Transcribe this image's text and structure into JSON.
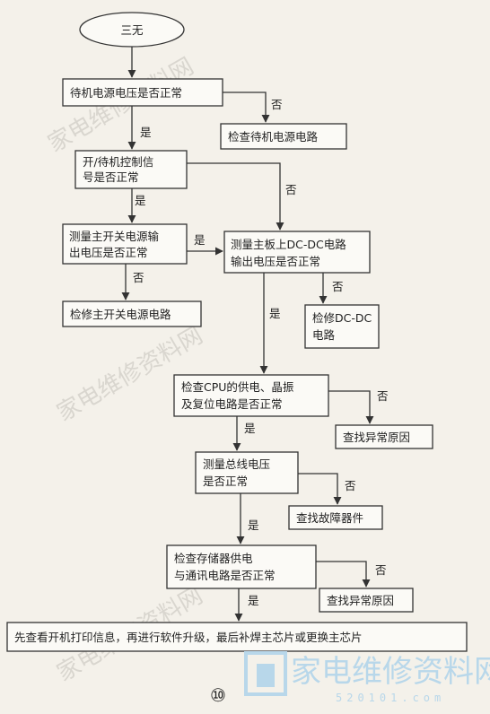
{
  "nodes": {
    "start": "三无",
    "standby_check": "待机电源电压是否正常",
    "repair_standby": "检查待机电源电路",
    "onoff_line1": "开/待机控制信",
    "onoff_line2": "号是否正常",
    "main_psu_line1": "测量主开关电源输",
    "main_psu_line2": "出电压是否正常",
    "dcdc_line1": "测量主板上DC-DC电路",
    "dcdc_line2": "输出电压是否正常",
    "repair_main_psu": "检修主开关电源电路",
    "repair_dcdc_line1": "检修DC-DC",
    "repair_dcdc_line2": "电路",
    "cpu_line1": "检查CPU的供电、晶振",
    "cpu_line2": "及复位电路是否正常",
    "find_fault_1": "查找异常原因",
    "bus_line1": "测量总线电压",
    "bus_line2": "是否正常",
    "find_faulty_part": "查找故障器件",
    "mem_line1": "检查存储器供电",
    "mem_line2": "与通讯电路是否正常",
    "find_fault_2": "查找异常原因",
    "final_step": "先查看开机打印信息，再进行软件升级，最后补焊主芯片或更换主芯片"
  },
  "labels": {
    "yes": "是",
    "no": "否"
  },
  "figure_number": "⑩",
  "watermark": {
    "text": "家电维修资料网",
    "url": "520101.com"
  },
  "colors": {
    "line": "#333333",
    "box_fill": "#fbfaf6",
    "watermark_blue": "#b8d7ea"
  }
}
